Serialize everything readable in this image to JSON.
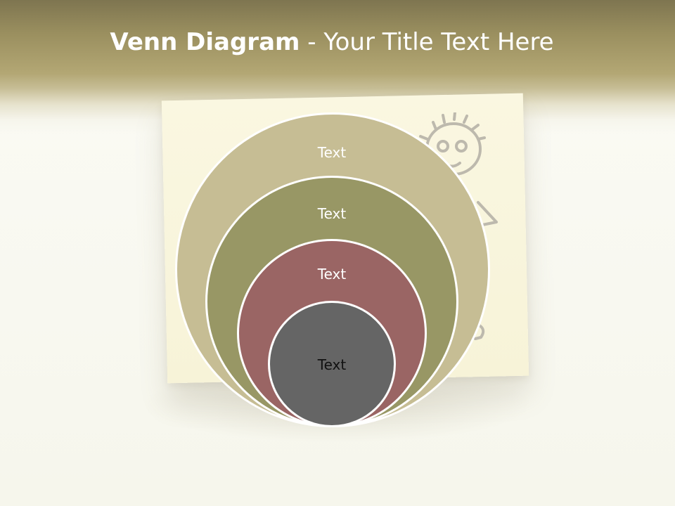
{
  "slide": {
    "title_bold": "Venn Diagram",
    "title_rest": " - Your Title Text Here"
  },
  "diagram": {
    "circles": [
      {
        "label": "Text",
        "color": "#c6bd94"
      },
      {
        "label": "Text",
        "color": "#989765"
      },
      {
        "label": "Text",
        "color": "#9a6564"
      },
      {
        "label": "Text",
        "color": "#656565"
      }
    ]
  },
  "colors": {
    "header": "#9a8f5f",
    "background": "#fafaf3",
    "sticky_note": "#f8f4da"
  },
  "decorations": {
    "doodle": "smiley-face-drawing"
  }
}
